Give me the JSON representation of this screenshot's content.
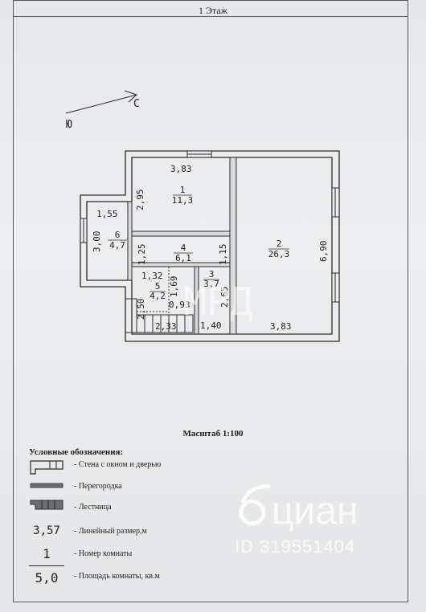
{
  "floor_title": "1 Этаж",
  "compass": {
    "south": "Ю",
    "north": "С"
  },
  "plan": {
    "dims": {
      "r1_top": "3,83",
      "r1_left": "2,95",
      "r6_top": "1,55",
      "r6_left": "3,00",
      "r4_left": "1,25",
      "r4_right": "1,15",
      "r2_right": "6,90",
      "r2_bottom": "3,83",
      "r5_top": "1,32",
      "r5_right": "1,69",
      "r5_bottom": "0,93",
      "r3_right": "2,65",
      "r3_bottom": "1,40",
      "stairs_left": "2,50",
      "stairs_bottom": "2,33"
    },
    "rooms": [
      {
        "number": "1",
        "area": "11,3"
      },
      {
        "number": "2",
        "area": "26,3"
      },
      {
        "number": "3",
        "area": "3,7"
      },
      {
        "number": "4",
        "area": "6,1"
      },
      {
        "number": "5",
        "area": "4,2"
      },
      {
        "number": "6",
        "area": "4,7"
      }
    ]
  },
  "scale_label": "Масштаб 1:100",
  "legend": {
    "title": "Условные обозначения:",
    "items": [
      {
        "label": "- Стена с окном и дверью"
      },
      {
        "label": "- Перегородка"
      },
      {
        "label": "- Лестница"
      },
      {
        "symbol": "3,57",
        "label": "- Линейный размер,м"
      },
      {
        "symbol": "1",
        "label": "- Номер комнаты"
      },
      {
        "symbol": "5,0",
        "label": "- Площадь комнаты, кв.м"
      }
    ]
  },
  "watermark": {
    "brand": "циан",
    "id": "ID 319551404",
    "faint": "МРД"
  }
}
